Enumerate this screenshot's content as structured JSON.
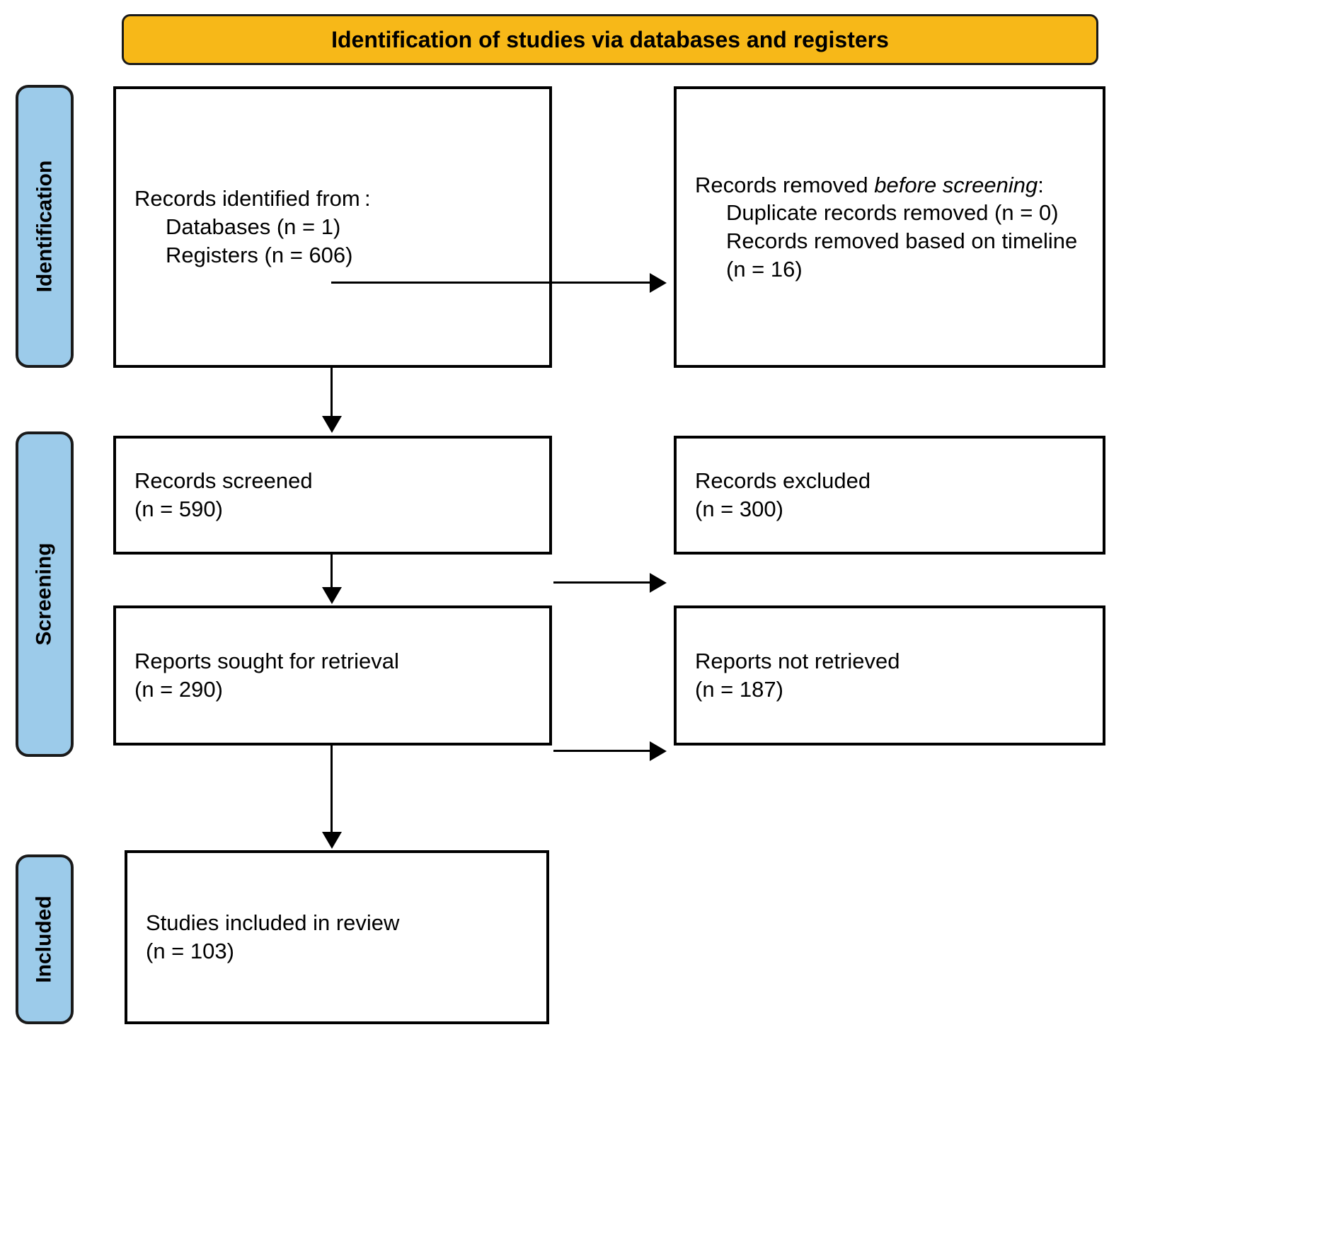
{
  "banner": {
    "title": "Identification of studies via databases and registers"
  },
  "stages": [
    {
      "id": "identification",
      "label": "Identification"
    },
    {
      "id": "screening",
      "label": "Screening"
    },
    {
      "id": "included",
      "label": "Included"
    }
  ],
  "boxes": {
    "identified": {
      "line1": "Records identified from :",
      "line2": "Databases (n = 1)",
      "line3": "Registers (n = 606)"
    },
    "removed": {
      "line1_prefix": "Records removed ",
      "line1_em": "before screening",
      "line1_suffix": ":",
      "line2": "Duplicate records removed (n = 0)",
      "line3": "Records removed based on timeline (n = 16)"
    },
    "screened": {
      "line1": "Records screened",
      "line2": "(n = 590)"
    },
    "excluded": {
      "line1": "Records excluded",
      "line2": "(n = 300)"
    },
    "sought": {
      "line1": "Reports sought for retrieval",
      "line2": "(n = 290)"
    },
    "notretrieved": {
      "line1": "Reports not retrieved",
      "line2": "(n = 187)"
    },
    "included": {
      "line1": "Studies included in review",
      "line2": "(n = 103)"
    }
  },
  "colors": {
    "banner_fill": "#f7b818",
    "stage_fill": "#9ccbea",
    "box_border": "#000000",
    "text": "#000000"
  },
  "chart_data": {
    "type": "diagram",
    "title": "Identification of studies via databases and registers",
    "nodes": [
      {
        "id": "identified",
        "stage": "Identification",
        "label": "Records identified from :",
        "databases_n": 1,
        "registers_n": 606
      },
      {
        "id": "removed",
        "stage": "Identification",
        "label": "Records removed before screening:",
        "duplicate_records_removed_n": 0,
        "removed_based_on_timeline_n": 16
      },
      {
        "id": "screened",
        "stage": "Screening",
        "label": "Records screened",
        "n": 590
      },
      {
        "id": "excluded",
        "stage": "Screening",
        "label": "Records excluded",
        "n": 300
      },
      {
        "id": "sought",
        "stage": "Screening",
        "label": "Reports sought for retrieval",
        "n": 290
      },
      {
        "id": "notretrieved",
        "stage": "Screening",
        "label": "Reports not retrieved",
        "n": 187
      },
      {
        "id": "included",
        "stage": "Included",
        "label": "Studies included in review",
        "n": 103
      }
    ],
    "edges": [
      {
        "from": "identified",
        "to": "removed",
        "direction": "right"
      },
      {
        "from": "identified",
        "to": "screened",
        "direction": "down"
      },
      {
        "from": "screened",
        "to": "excluded",
        "direction": "right"
      },
      {
        "from": "screened",
        "to": "sought",
        "direction": "down"
      },
      {
        "from": "sought",
        "to": "notretrieved",
        "direction": "right"
      },
      {
        "from": "sought",
        "to": "included",
        "direction": "down"
      }
    ]
  }
}
